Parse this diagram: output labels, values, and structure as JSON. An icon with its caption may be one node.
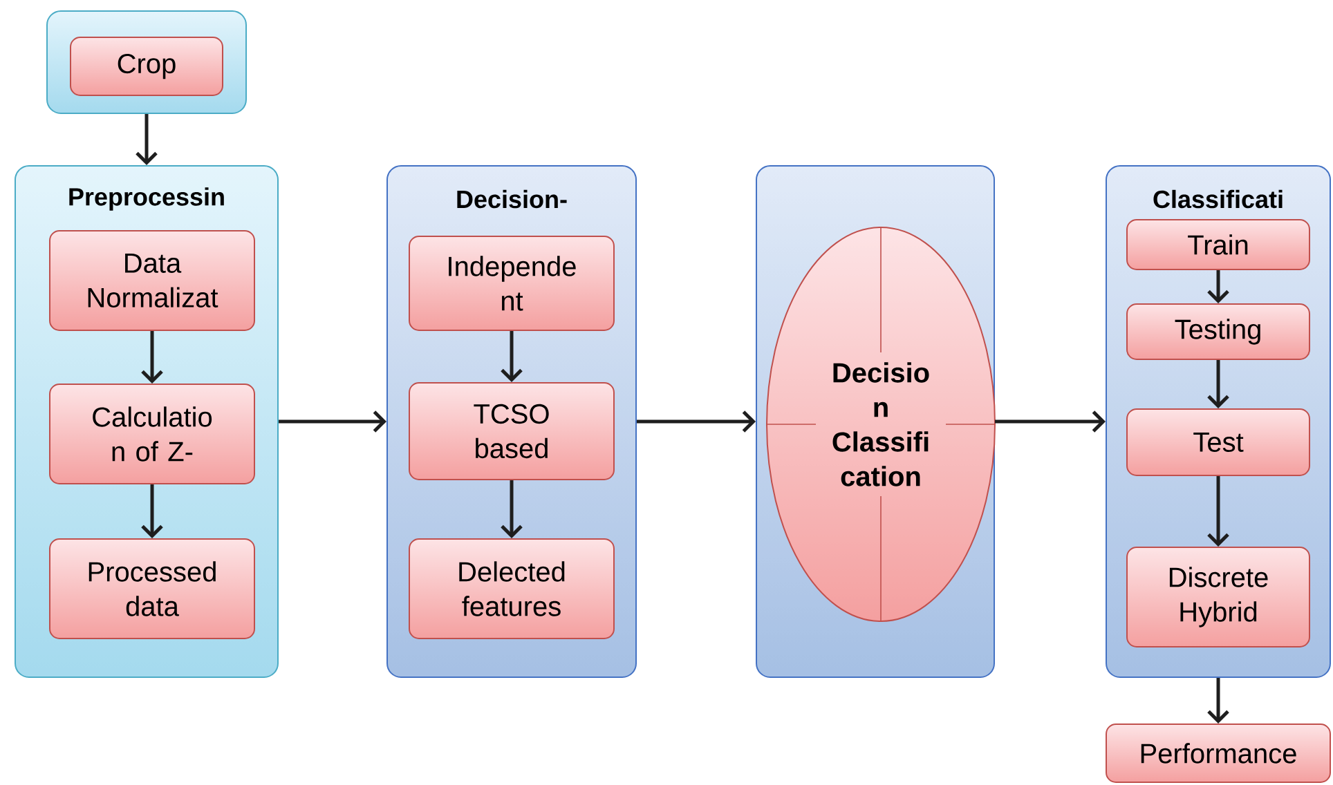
{
  "diagram": {
    "nodes": [
      {
        "text": [],
        "shape": "box"
      },
      {
        "text": [
          "Crop"
        ],
        "in": 0
      },
      {
        "text": [
          "Preprocessin"
        ]
      },
      {
        "text": [
          "Data Normalizat"
        ],
        "in": 2
      },
      {
        "text": [
          "Calculatio n of Z-"
        ],
        "in": 2
      },
      {
        "text": [
          "Processed data"
        ],
        "in": 2
      },
      {
        "text": [
          "Decision-"
        ]
      },
      {
        "text": [
          "Independe nt"
        ],
        "in": 6
      },
      {
        "text": [
          "TCSO based"
        ],
        "in": 6
      },
      {
        "text": [
          "Delected features"
        ],
        "in": 6
      },
      {
        "text": [],
        "shape": "box"
      },
      {
        "text": [
          "Decisio n Classifi cation"
        ],
        "in": 10
      },
      {
        "text": [
          "Classificati"
        ]
      },
      {
        "text": [
          "Train"
        ],
        "in": 12
      },
      {
        "text": [
          "Testing"
        ],
        "in": 12
      },
      {
        "text": [
          "Test"
        ],
        "in": 12
      },
      {
        "text": [
          "Discrete Hybrid"
        ],
        "in": 12
      },
      {
        "text": [
          "Performance"
        ]
      }
    ],
    "edges": [
      {
        "from": 0,
        "to": 2,
        "arrow": "to"
      },
      {
        "from": 3,
        "to": 4,
        "arrow": "to"
      },
      {
        "from": 4,
        "to": 5,
        "arrow": "to"
      },
      {
        "from": 2,
        "to": 6,
        "arrow": "to"
      },
      {
        "from": 7,
        "to": 8,
        "arrow": "to"
      },
      {
        "from": 8,
        "to": 9,
        "arrow": "to"
      },
      {
        "from": 6,
        "to": 10,
        "arrow": "to"
      },
      {
        "from": 10,
        "to": 12,
        "arrow": "to"
      },
      {
        "from": 13,
        "to": 14,
        "arrow": "to"
      },
      {
        "from": 14,
        "to": 15,
        "arrow": "to"
      },
      {
        "from": 15,
        "to": 16,
        "arrow": "to"
      },
      {
        "from": 12,
        "to": 17,
        "arrow": "to"
      }
    ]
  }
}
